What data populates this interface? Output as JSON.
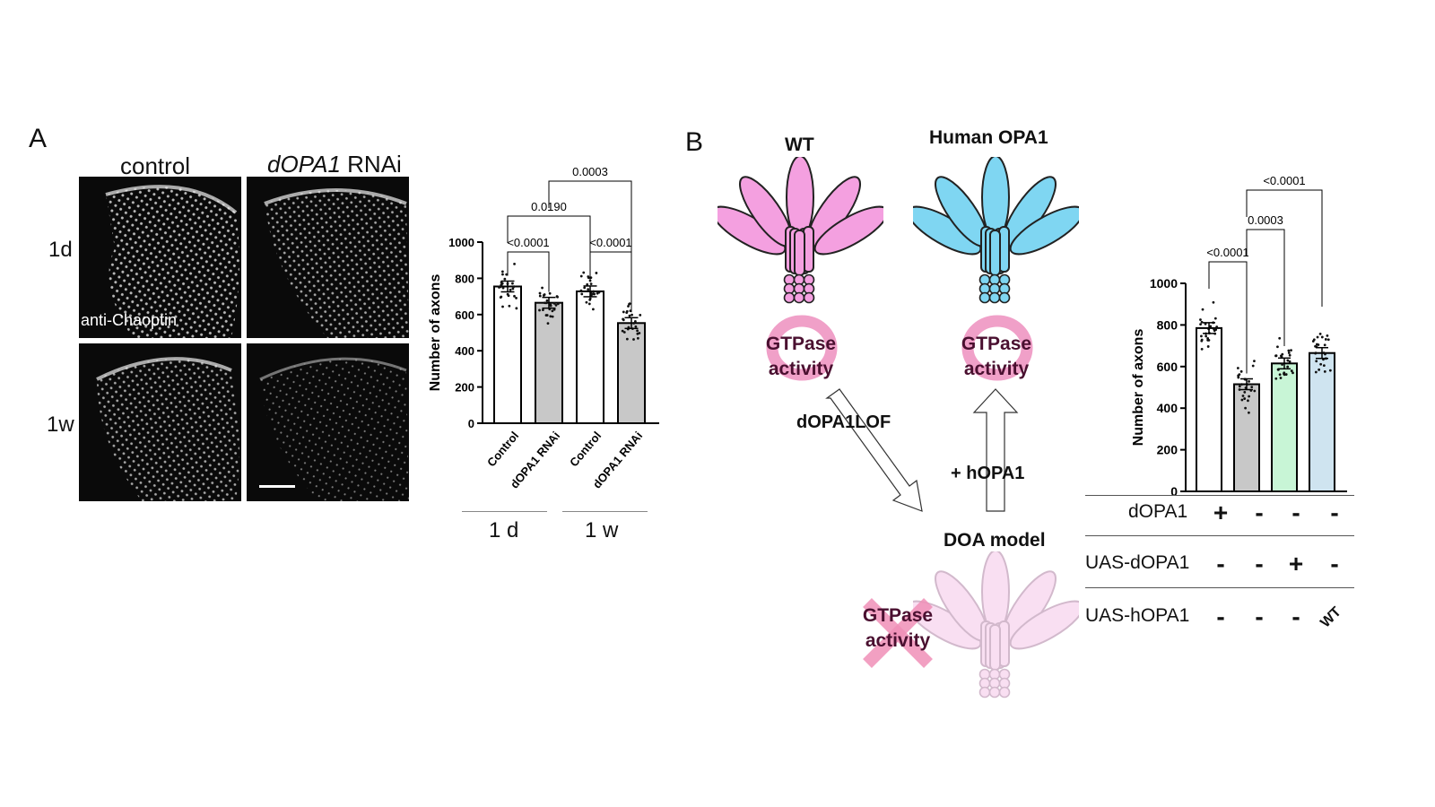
{
  "panel_a": {
    "letter": "A",
    "col_labels": [
      "control",
      "dOPA1",
      "RNAi"
    ],
    "row_labels": [
      "1d",
      "1w"
    ],
    "stain_label": "anti-Chaoptin",
    "group_labels": [
      "1 d",
      "1 w"
    ]
  },
  "panel_b": {
    "letter": "B",
    "wt_title": "WT",
    "human_title": "Human OPA1",
    "doa_title": "DOA model",
    "gtpase_label": [
      "GTPase",
      "activity"
    ],
    "arrow_lof": "dOPA1LOF",
    "arrow_rescue": "+ hOPA1",
    "rows": [
      {
        "label": "dOPA1",
        "signs": [
          "+",
          "-",
          "-",
          "-"
        ]
      },
      {
        "label": "UAS-dOPA1",
        "signs": [
          "-",
          "-",
          "+",
          "-"
        ]
      },
      {
        "label": "UAS-hOPA1",
        "signs": [
          "-",
          "-",
          "-",
          "WT"
        ]
      }
    ]
  },
  "chart_data": [
    {
      "type": "bar",
      "categories": [
        "Control",
        "dOPA1 RNAi",
        "Control",
        "dOPA1 RNAi"
      ],
      "values": [
        755,
        665,
        728,
        553
      ],
      "ylabel": "Number of axons",
      "ylim": [
        0,
        1000
      ],
      "yticks": [
        "0",
        "200",
        "400",
        "600",
        "800",
        "1000"
      ],
      "bar_colors": [
        "#ffffff",
        "#c8c8c8",
        "#ffffff",
        "#c8c8c8"
      ],
      "comparisons": [
        {
          "pair": [
            0,
            1
          ],
          "p": "<0.0001"
        },
        {
          "pair": [
            2,
            3
          ],
          "p": "<0.0001"
        },
        {
          "pair": [
            0,
            2
          ],
          "p": "0.0190"
        },
        {
          "pair": [
            1,
            3
          ],
          "p": "0.0003"
        }
      ]
    },
    {
      "type": "bar",
      "categories": [
        "",
        "",
        "",
        ""
      ],
      "values": [
        785,
        515,
        615,
        665
      ],
      "ylabel": "Number of axons",
      "ylim": [
        0,
        1000
      ],
      "yticks": [
        "0",
        "200",
        "400",
        "600",
        "800",
        "1000"
      ],
      "bar_colors": [
        "#ffffff",
        "#c8c8c8",
        "#c8f5d6",
        "#cfe4f0"
      ],
      "comparisons": [
        {
          "pair": [
            0,
            1
          ],
          "p": "<0.0001"
        },
        {
          "pair": [
            1,
            2
          ],
          "p": "0.0003"
        },
        {
          "pair": [
            1,
            3
          ],
          "p": "<0.0001"
        }
      ]
    }
  ]
}
